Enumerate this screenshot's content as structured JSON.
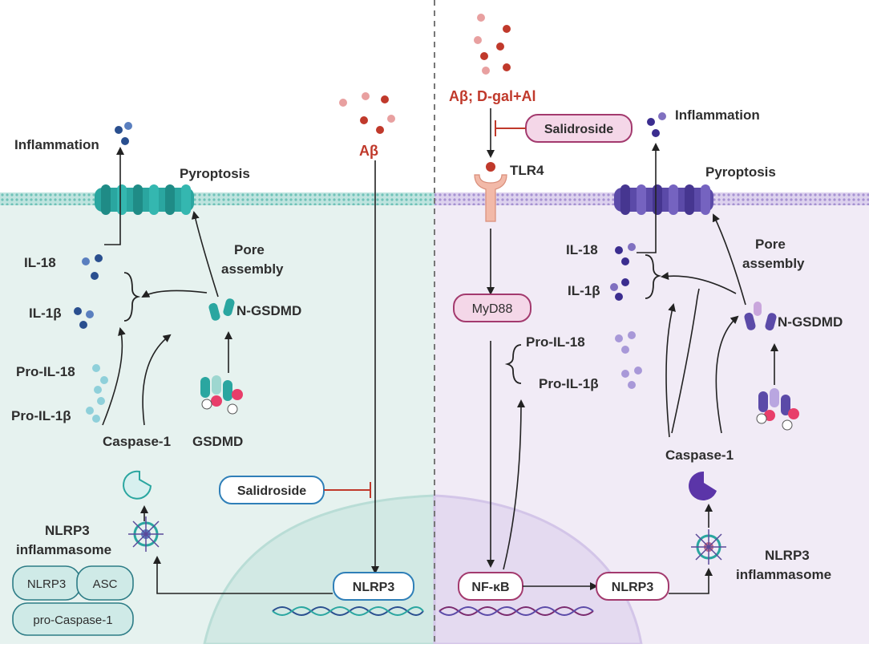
{
  "left": {
    "inflammation": "Inflammation",
    "pyroptosis": "Pyroptosis",
    "pore_assembly_line1": "Pore",
    "pore_assembly_line2": "assembly",
    "il18": "IL-18",
    "il1b": "IL-1β",
    "n_gsdmd": "N-GSDMD",
    "pro_il18": "Pro-IL-18",
    "pro_il1b": "Pro-IL-1β",
    "gsdmd": "GSDMD",
    "caspase1": "Caspase-1",
    "nlrp3_inflammasome_line1": "NLRP3",
    "nlrp3_inflammasome_line2": "inflammasome",
    "complex": {
      "nlrp3": "NLRP3",
      "asc": "ASC",
      "pro_caspase1": "pro-Caspase-1"
    },
    "abeta": "Aβ",
    "salidroside": "Salidroside",
    "nlrp3_gene": "NLRP3",
    "colors": {
      "background": "#e6f2ef",
      "membrane": "#7fcfc4",
      "channel": "#2aa6a0",
      "dots": "#2a4f8f",
      "inhibit": "#c0392b"
    }
  },
  "right": {
    "stimulus": "Aβ; D-gal+Al",
    "salidroside": "Salidroside",
    "inflammation": "Inflammation",
    "tlr4": "TLR4",
    "pyroptosis": "Pyroptosis",
    "pore_assembly_line1": "Pore",
    "pore_assembly_line2": "assembly",
    "il18": "IL-18",
    "il1b": "IL-1β",
    "myd88": "MyD88",
    "n_gsdmd": "N-GSDMD",
    "pro_il18": "Pro-IL-18",
    "pro_il1b": "Pro-IL-1β",
    "caspase1": "Caspase-1",
    "nfkb": "NF-κB",
    "nlrp3": "NLRP3",
    "nlrp3_inflammasome_line1": "NLRP3",
    "nlrp3_inflammasome_line2": "inflammasome",
    "colors": {
      "background": "#f1ebf6",
      "membrane": "#b7a3db",
      "channel": "#5b4aa8",
      "dots": "#3b2d8f",
      "inhibit": "#c0392b"
    }
  }
}
